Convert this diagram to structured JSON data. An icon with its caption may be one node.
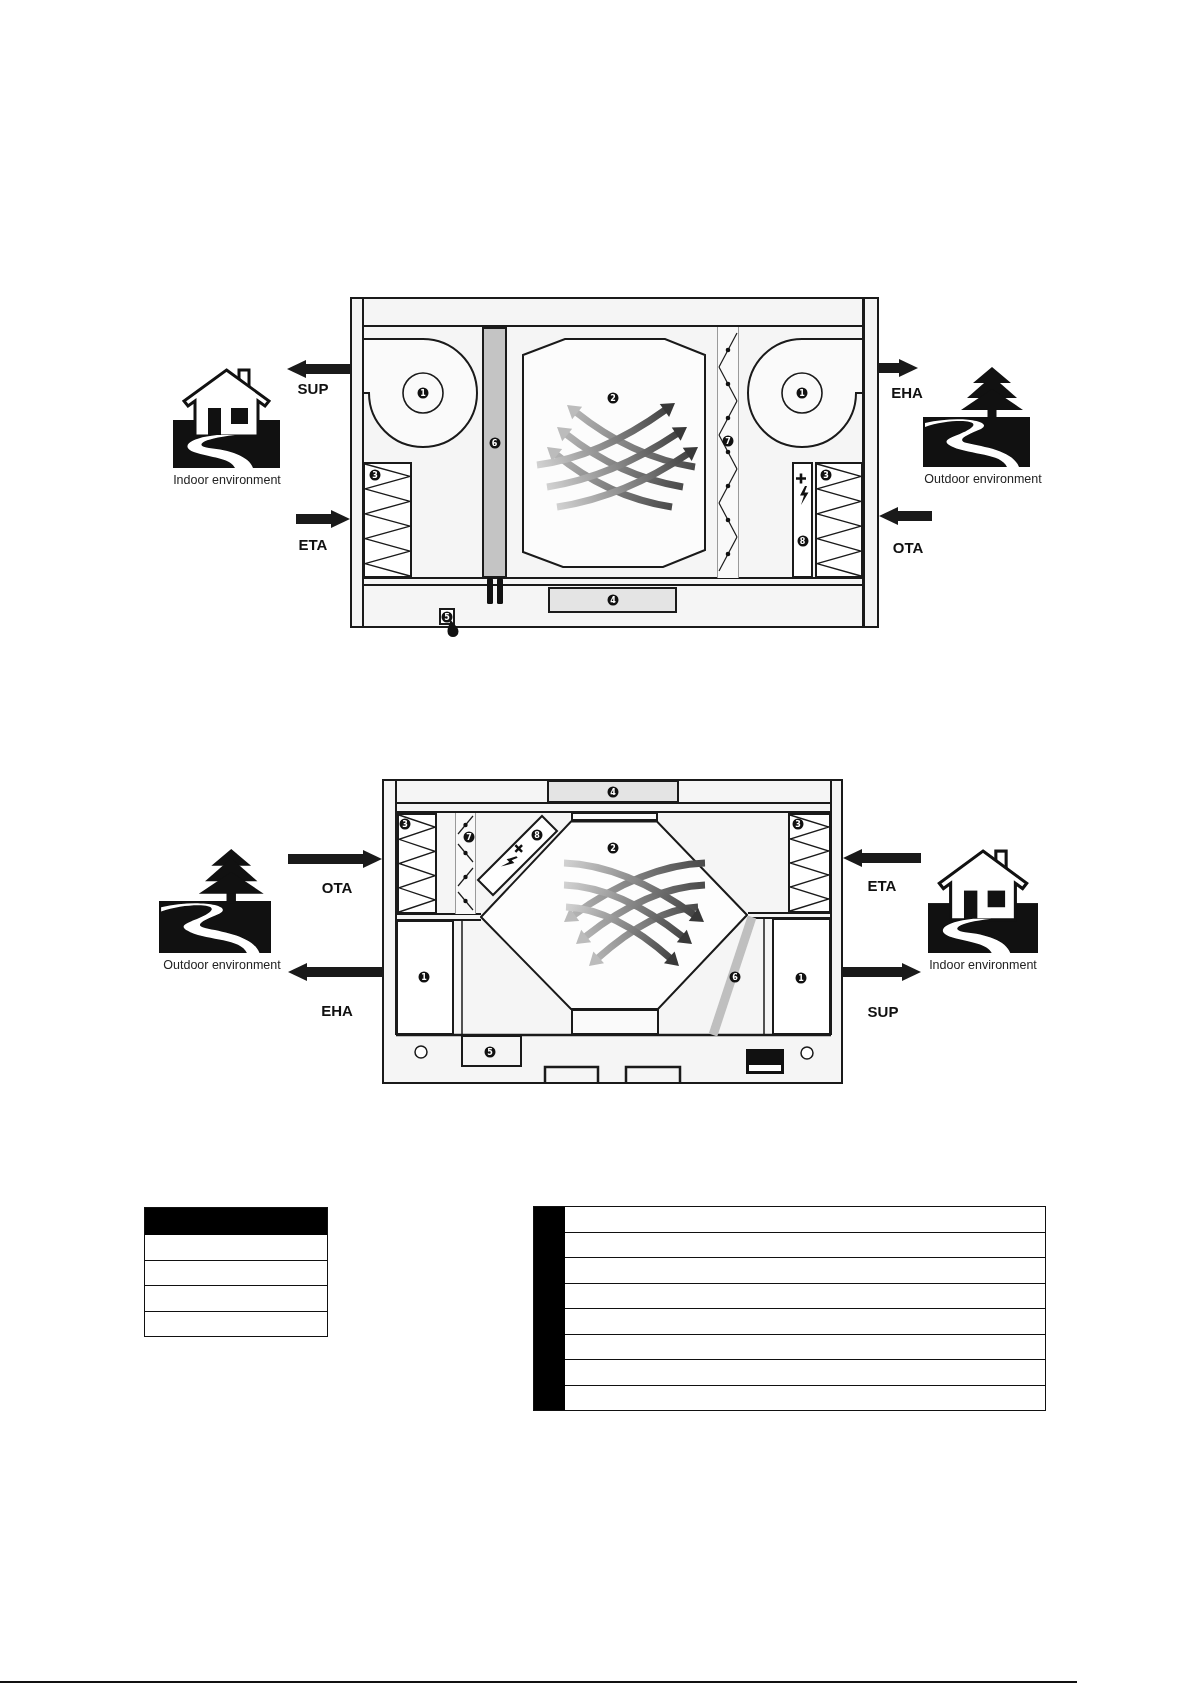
{
  "diagram": {
    "nodes": [
      {
        "text": [
          "Indoor environment"
        ]
      },
      {
        "text": [],
        "shape": "box"
      },
      {
        "text": [
          "1"
        ],
        "in": 1
      },
      {
        "text": [
          "3"
        ],
        "in": 1
      },
      {
        "text": [
          "6"
        ],
        "in": 1
      },
      {
        "text": [
          "2"
        ],
        "in": 1
      },
      {
        "text": [
          "7"
        ],
        "in": 1
      },
      {
        "text": [
          "1"
        ],
        "in": 1
      },
      {
        "text": [
          "8"
        ],
        "in": 1
      },
      {
        "text": [
          "3"
        ],
        "in": 1
      },
      {
        "text": [
          "4"
        ],
        "in": 1
      },
      {
        "text": [
          "5"
        ],
        "in": 1
      },
      {
        "text": [
          "Outdoor environment"
        ]
      },
      {
        "text": [
          "Outdoor environment"
        ]
      },
      {
        "text": [],
        "shape": "box"
      },
      {
        "text": [
          "4"
        ],
        "in": 14
      },
      {
        "text": [
          "3"
        ],
        "in": 14
      },
      {
        "text": [
          "7"
        ],
        "in": 14
      },
      {
        "text": [
          "8"
        ],
        "in": 14
      },
      {
        "text": [
          "2"
        ],
        "in": 14
      },
      {
        "text": [
          "3"
        ],
        "in": 14
      },
      {
        "text": [
          "1"
        ],
        "in": 14
      },
      {
        "text": [
          "6"
        ],
        "in": 14
      },
      {
        "text": [
          "1"
        ],
        "in": 14
      },
      {
        "text": [
          "5"
        ],
        "in": 14
      },
      {
        "text": [
          "Indoor environment"
        ]
      },
      {
        "text": [],
        "shape": "box",
        "in": 14
      },
      {
        "text": [],
        "shape": "box",
        "in": 14
      }
    ],
    "edges": [
      {
        "from": 1,
        "to": 0,
        "arrow": "to",
        "label": "SUP"
      },
      {
        "from": null,
        "to": 1,
        "arrow": "to",
        "label": "ETA"
      },
      {
        "from": 1,
        "to": 12,
        "arrow": "to",
        "label": "EHA"
      },
      {
        "from": null,
        "to": 1,
        "arrow": "to",
        "label": "OTA"
      },
      {
        "from": 13,
        "to": 14,
        "arrow": "to",
        "label": "OTA"
      },
      {
        "from": 14,
        "to": 13,
        "arrow": "to",
        "label": "EHA"
      },
      {
        "from": 25,
        "to": 14,
        "arrow": "to",
        "label": "ETA"
      },
      {
        "from": 14,
        "to": 25,
        "arrow": "to",
        "label": "SUP"
      }
    ]
  }
}
